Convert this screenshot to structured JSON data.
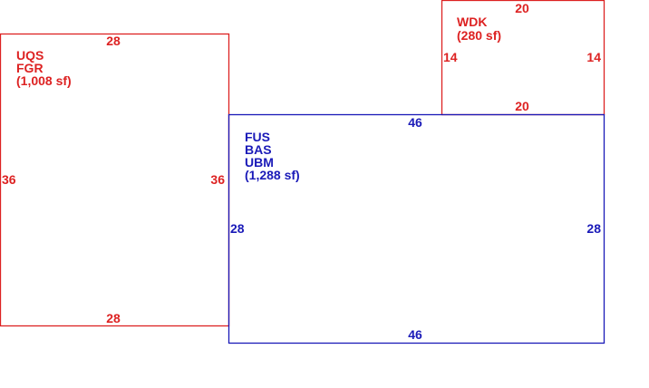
{
  "colors": {
    "red": "#dd2222",
    "blue": "#1a1ab8"
  },
  "areas": {
    "fgr": {
      "code1": "UQS",
      "code2": "FGR",
      "area": "(1,008 sf)",
      "dims": {
        "top": "28",
        "bottom": "28",
        "left": "36",
        "right": "36"
      }
    },
    "wdk": {
      "code1": "WDK",
      "area": "(280 sf)",
      "dims": {
        "top": "20",
        "bottom": "20",
        "left": "14",
        "right": "14"
      }
    },
    "main": {
      "code1": "FUS",
      "code2": "BAS",
      "code3": "UBM",
      "area": "(1,288 sf)",
      "dims": {
        "top": "46",
        "bottom": "46",
        "left": "28",
        "right": "28"
      }
    }
  }
}
